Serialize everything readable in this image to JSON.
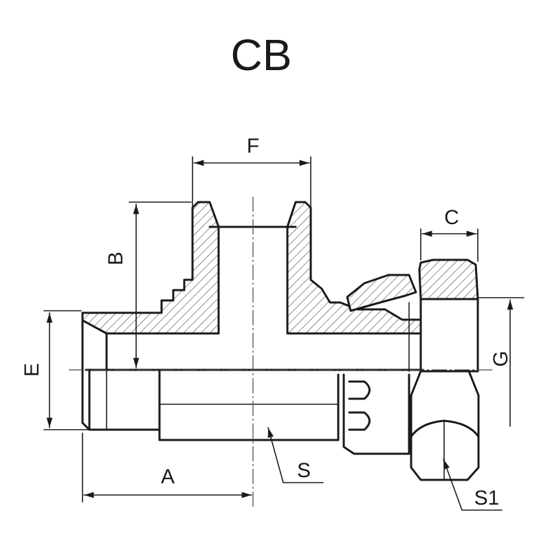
{
  "title": "CB",
  "dimensions": {
    "F": "F",
    "B": "B",
    "C": "C",
    "E": "E",
    "G": "G",
    "A": "A",
    "S": "S",
    "S1": "S1"
  }
}
